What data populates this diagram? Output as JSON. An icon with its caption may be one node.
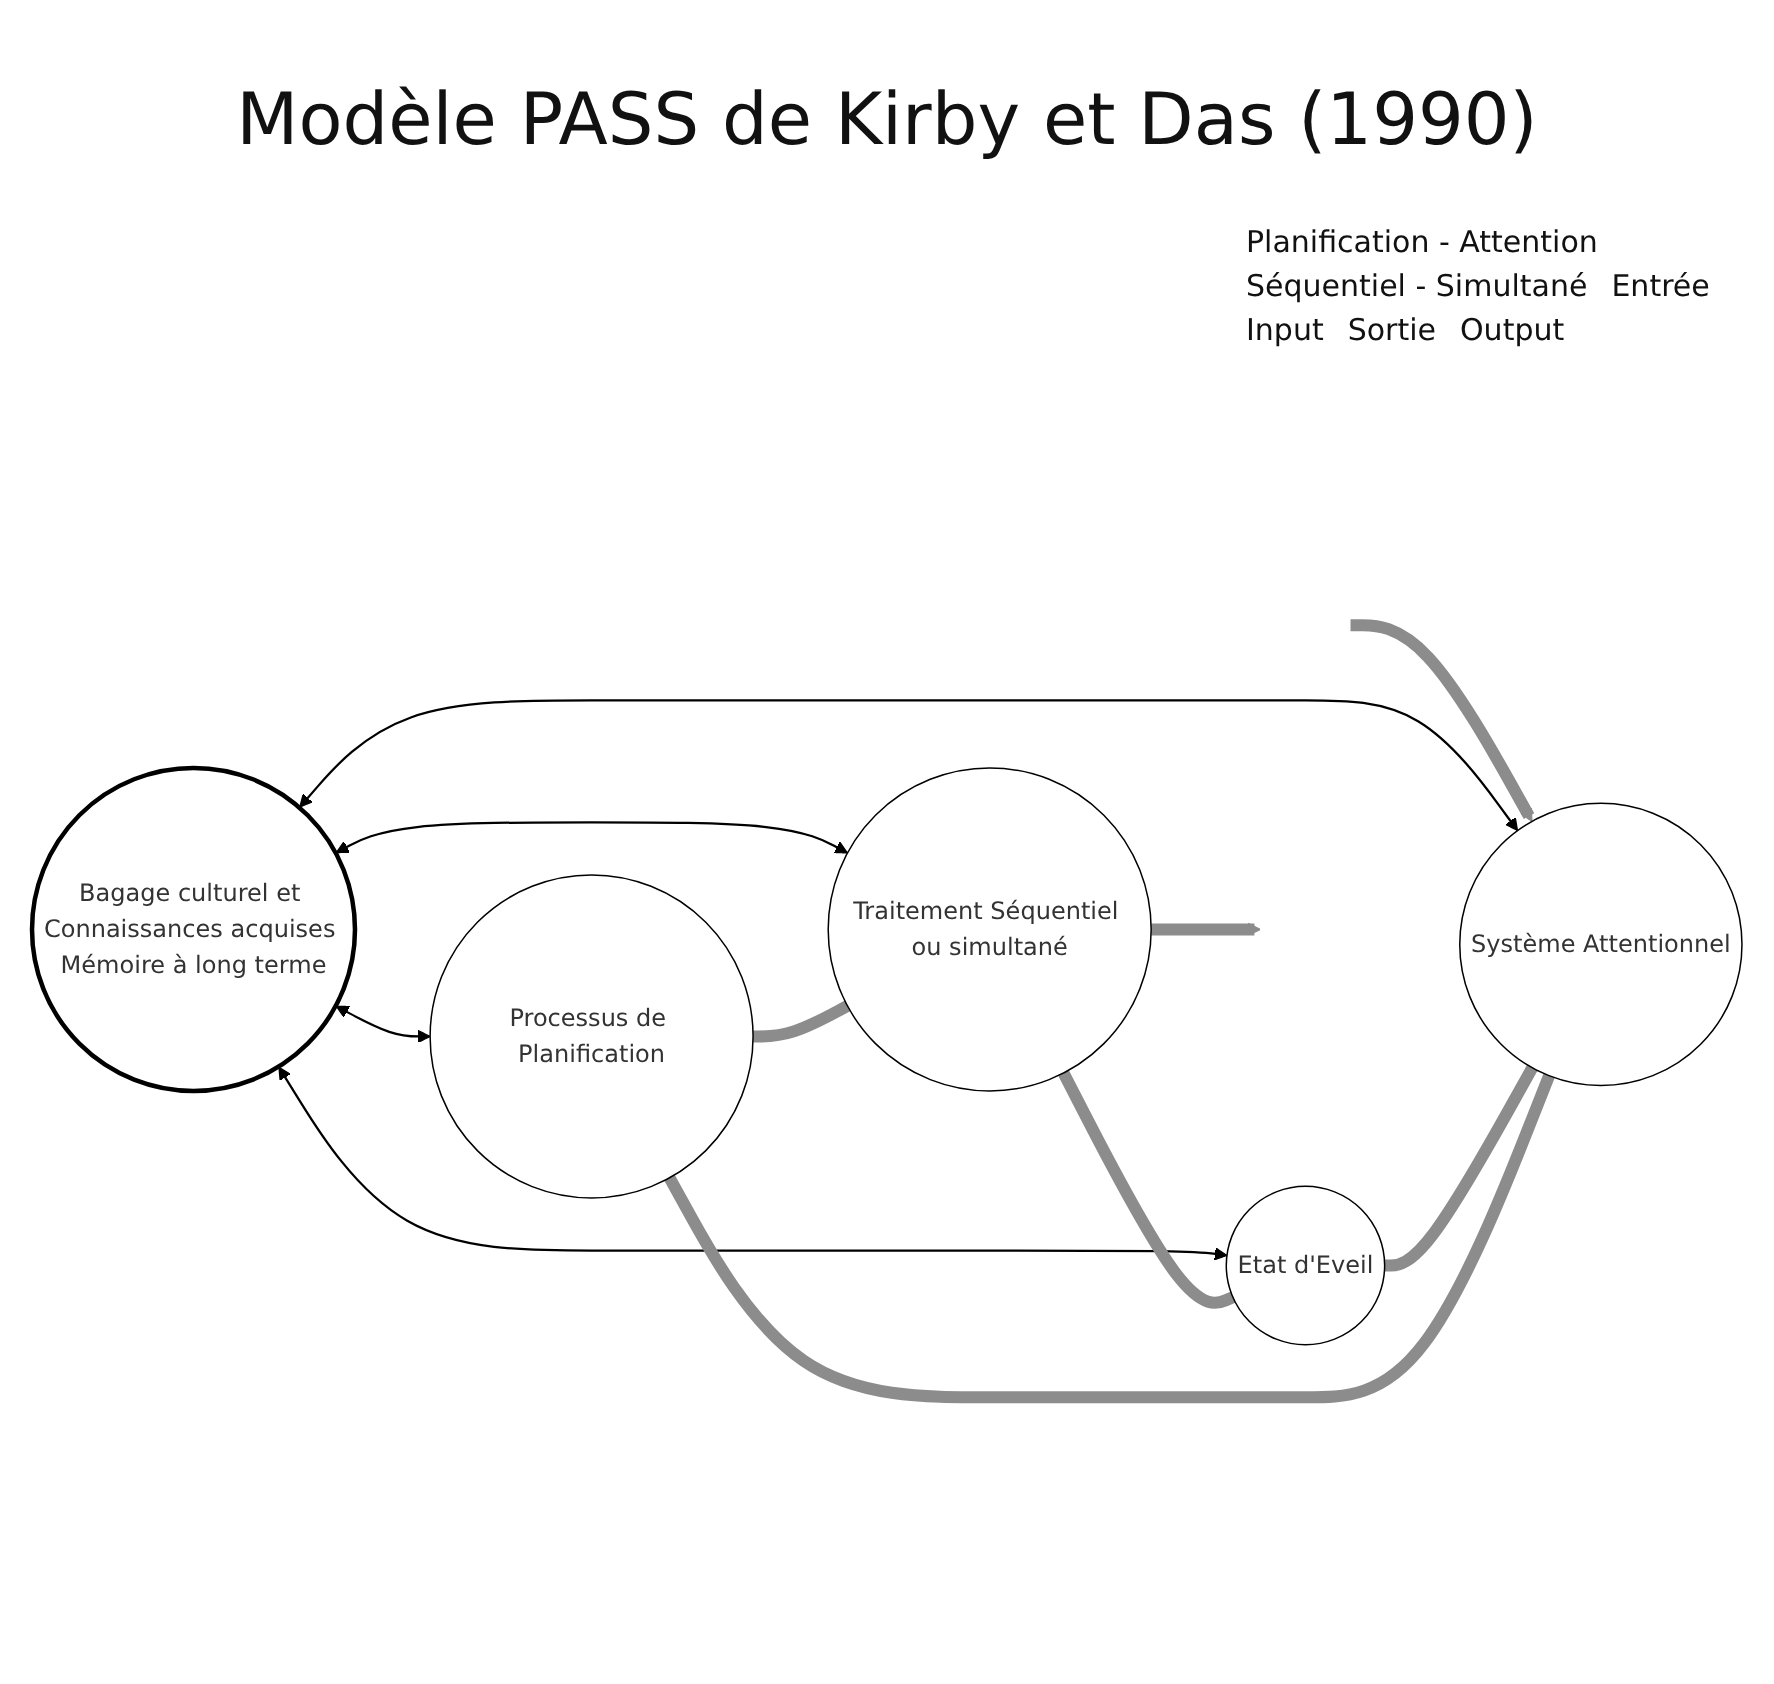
{
  "diagram": {
    "title": "Modèle PASS de Kirby et Das (1990)",
    "nodes": [
      {
        "text": [
          "Processus de Planification"
        ]
      },
      {
        "text": [
          "Système Attentionnel"
        ]
      },
      {
        "text": [
          "Bagage culturel et Connaissances acquises Mémoire à long terme"
        ]
      },
      {
        "text": [
          "Traitement Séquentiel ou simultané"
        ]
      },
      {
        "text": [
          "Etat d'Eveil"
        ]
      }
    ],
    "edges": [
      {
        "from": null,
        "to": 1,
        "arrow": "to"
      },
      {
        "from": 3,
        "to": null,
        "arrow": "to"
      },
      {
        "from": 2,
        "to": 0,
        "arrow": "both",
        "color": "#000000"
      },
      {
        "from": 2,
        "to": 1,
        "arrow": "both",
        "color": "#000000"
      },
      {
        "from": 2,
        "to": 3,
        "arrow": "both",
        "color": "#000000"
      },
      {
        "from": 2,
        "to": 4,
        "arrow": "both",
        "color": "#000000"
      },
      {
        "from": 0,
        "to": 3,
        "arrow": "none"
      },
      {
        "from": 3,
        "to": 4,
        "arrow": "none"
      },
      {
        "from": 4,
        "to": 1,
        "arrow": "none"
      },
      {
        "from": 1,
        "to": 0,
        "arrow": "none"
      }
    ],
    "labels": [
      "Planification - Attention",
      "Séquentiel - Simultané",
      "Entrée",
      "Input",
      "Sortie",
      "Output"
    ]
  }
}
